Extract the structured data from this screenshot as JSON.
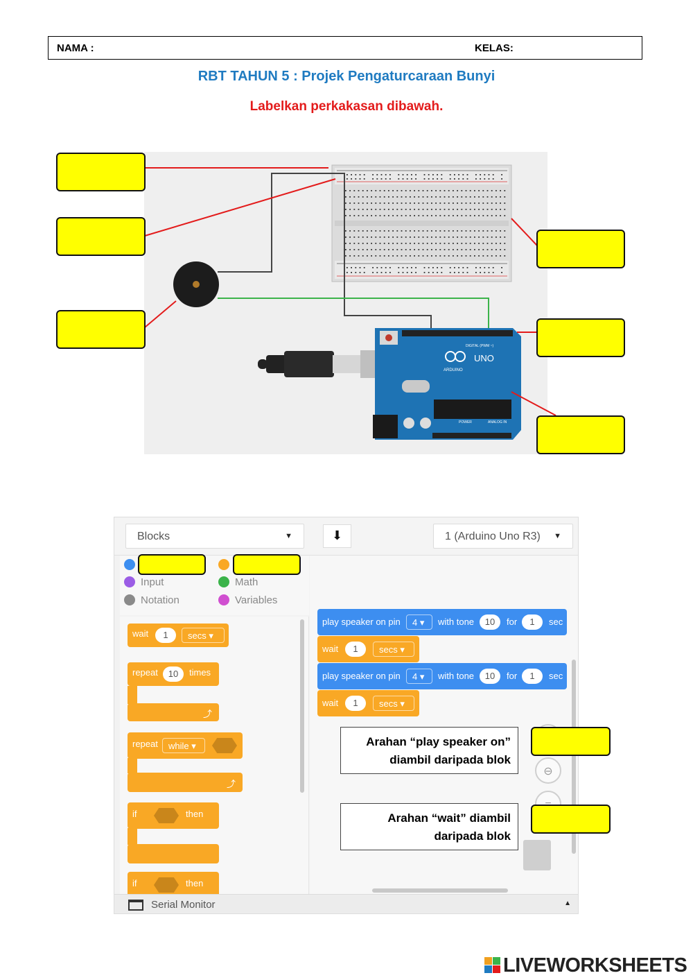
{
  "header": {
    "name_label": "NAMA :",
    "class_label": "KELAS:"
  },
  "title": "RBT TAHUN 5 : Projek Pengaturcaraan Bunyi",
  "instruction": "Labelkan perkakasan dibawah.",
  "board": {
    "brand": "ARDUINO",
    "model": "UNO",
    "digital_label": "DIGITAL (PWM ~)",
    "power_label": "POWER",
    "analog_label": "ANALOG IN"
  },
  "editor": {
    "mode_select": "Blocks",
    "device_select": "1 (Arduino Uno R3)",
    "categories": {
      "input": "Input",
      "math": "Math",
      "notation": "Notation",
      "variables": "Variables"
    },
    "palette_blocks": {
      "wait": {
        "label": "wait",
        "value": "1",
        "unit": "secs"
      },
      "repeat_times": {
        "label": "repeat",
        "value": "10",
        "unit": "times"
      },
      "repeat_while": {
        "label": "repeat",
        "mode": "while"
      },
      "if_then_1": {
        "label": "if",
        "then": "then"
      },
      "if_then_2": {
        "label": "if",
        "then": "then"
      }
    },
    "script": [
      {
        "type": "play",
        "label": "play speaker on pin",
        "pin": "4",
        "tone_label": "with tone",
        "tone": "10",
        "for_label": "for",
        "duration": "1",
        "unit": "sec"
      },
      {
        "type": "wait",
        "label": "wait",
        "value": "1",
        "unit": "secs"
      },
      {
        "type": "play",
        "label": "play speaker on pin",
        "pin": "4",
        "tone_label": "with tone",
        "tone": "10",
        "for_label": "for",
        "duration": "1",
        "unit": "sec"
      },
      {
        "type": "wait",
        "label": "wait",
        "value": "1",
        "unit": "secs"
      }
    ],
    "serial_monitor": "Serial Monitor"
  },
  "notes": {
    "play": {
      "line1": "Arahan “play speaker on”",
      "line2": "diambil  daripada blok"
    },
    "wait": {
      "line1": "Arahan “wait” diambil",
      "line2": "daripada blok"
    }
  },
  "logo": {
    "text": "LIVEWORKSHEETS"
  },
  "colors": {
    "title": "#1f7bc1",
    "instruction": "#e31b1b",
    "answer_box": "#ffff00",
    "leader_line": "#e31b1b",
    "block_orange": "#f9a825",
    "block_blue": "#3d8ef0",
    "board": "#1e73b4"
  },
  "icons": [
    "download-icon",
    "caret-down-icon",
    "zoom-out-icon",
    "serial-monitor-icon",
    "arrow-up-icon"
  ]
}
